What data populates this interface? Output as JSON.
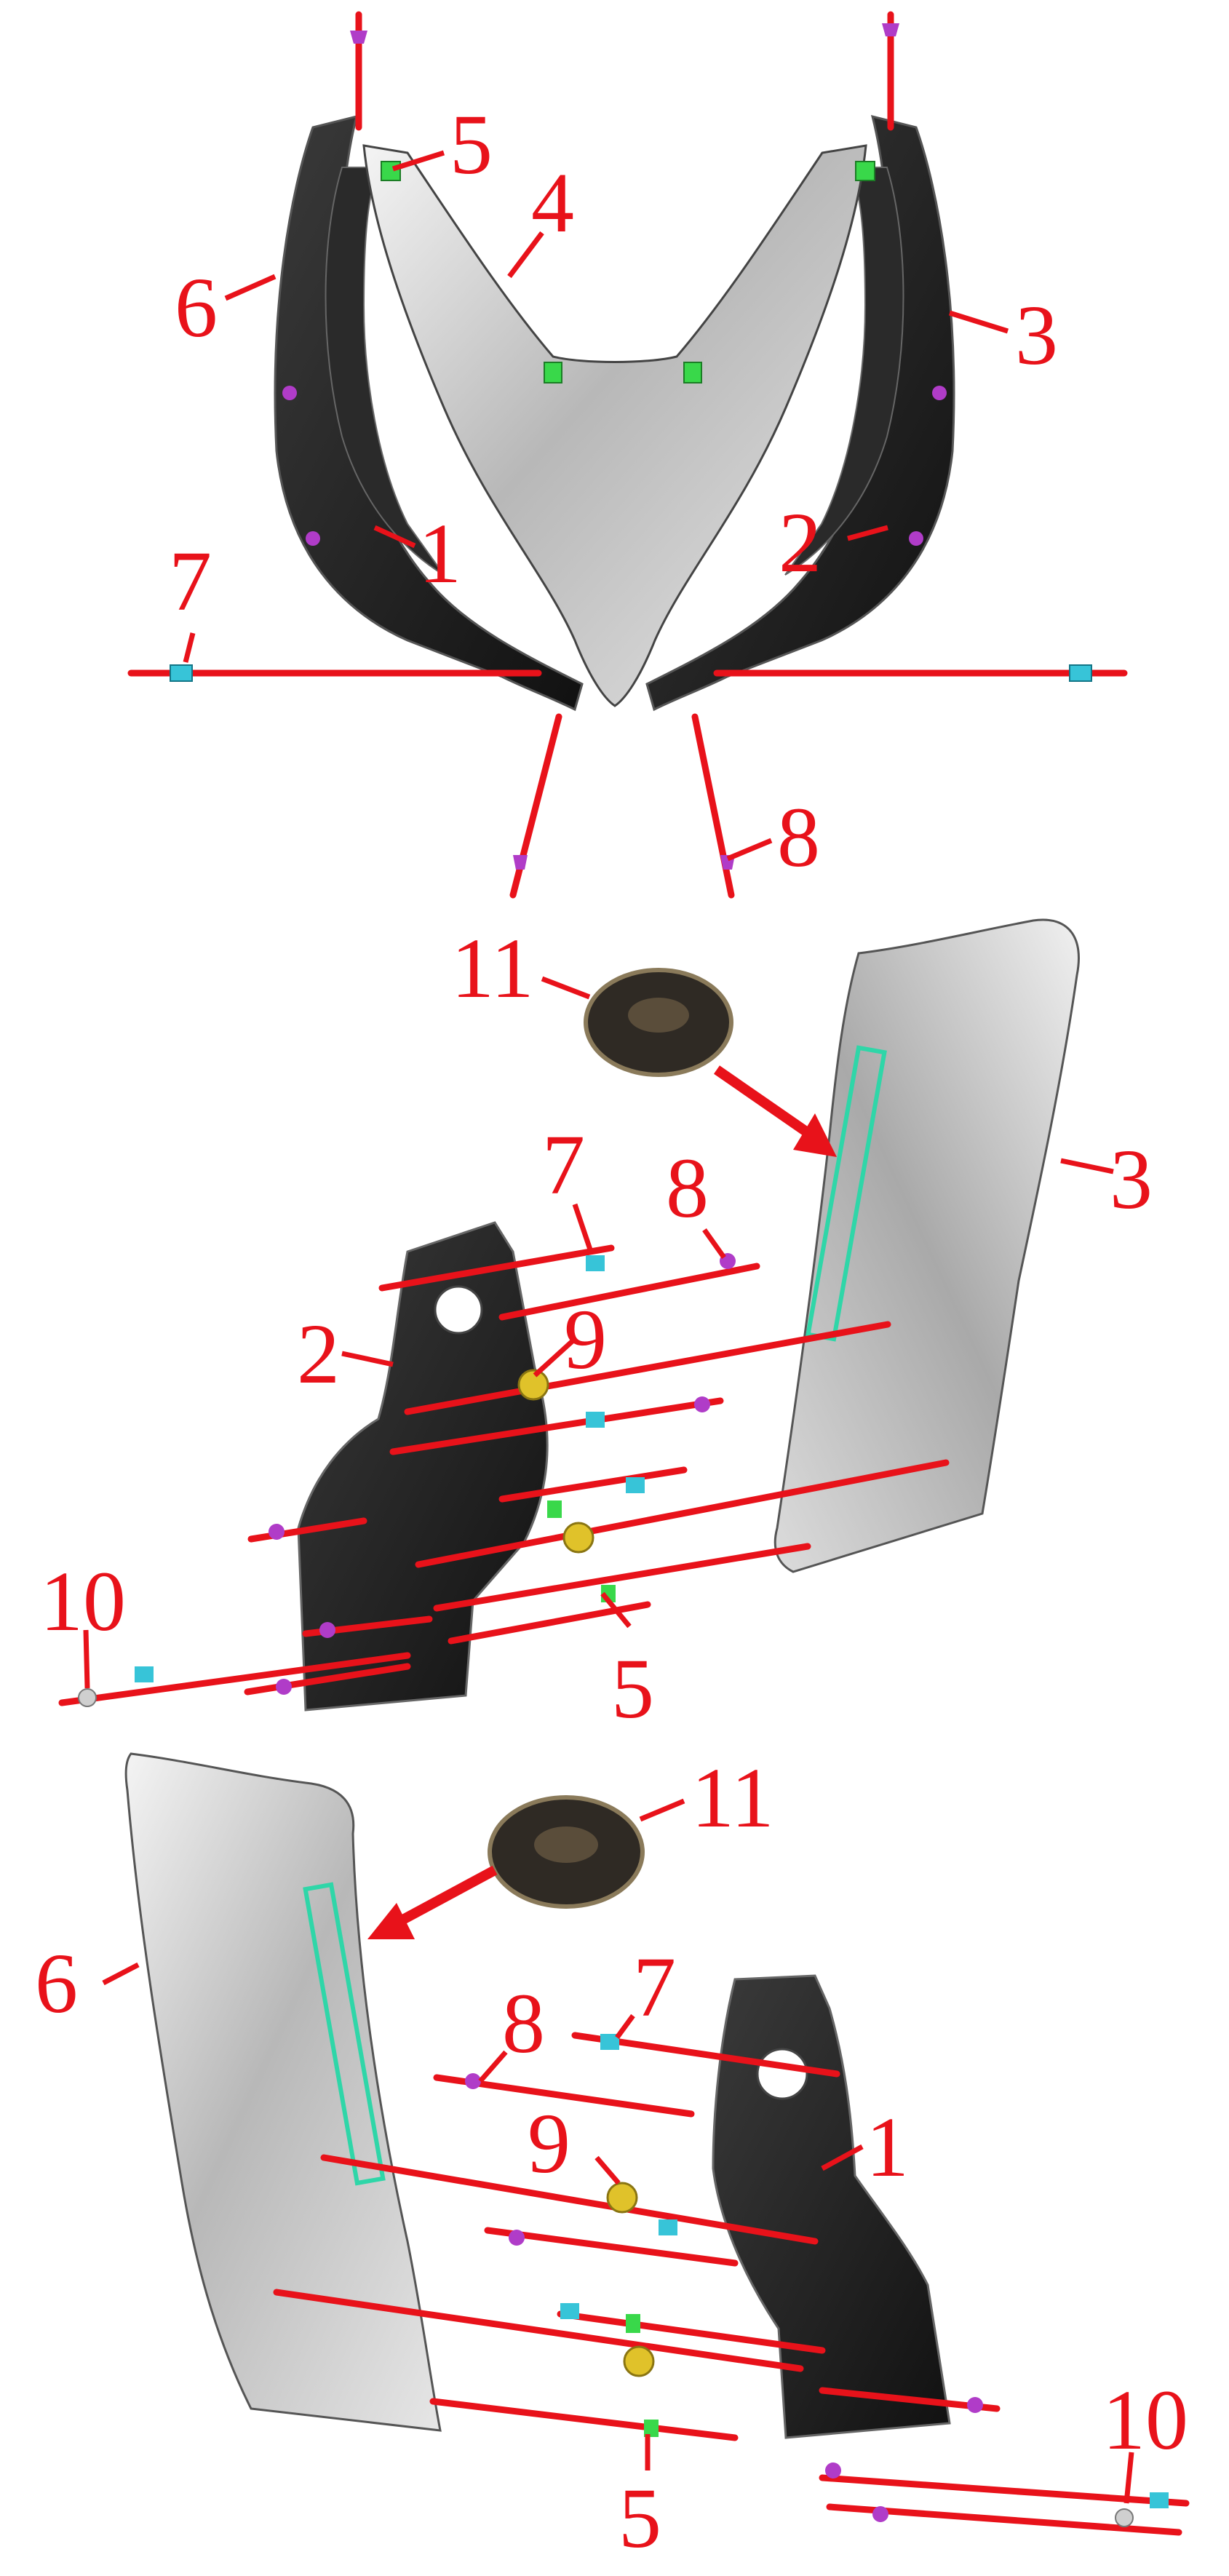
{
  "diagram": {
    "type": "exploded-parts-diagram",
    "callouts": {
      "top": [
        "5",
        "4",
        "6",
        "3",
        "1",
        "2",
        "7",
        "8"
      ],
      "middle": [
        "11",
        "7",
        "8",
        "3",
        "2",
        "9",
        "10",
        "5"
      ],
      "bottom": [
        "11",
        "6",
        "7",
        "8",
        "9",
        "1",
        "10",
        "5"
      ]
    },
    "colors": {
      "callout": "#e8121a",
      "seal_outline": "#2fd6a8",
      "clip_purple": "#b03cc8",
      "screw_cyan": "#37c4d8",
      "nut_green": "#39d84a",
      "grommet_yellow": "#e0c22a",
      "dark_part": "#1e1e1e",
      "silver_part": "#c4c4c4"
    }
  }
}
